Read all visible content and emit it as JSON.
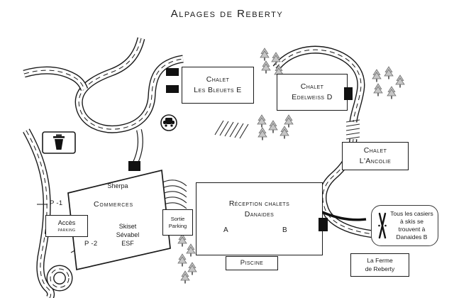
{
  "title": "Alpages de Reberty",
  "chalets": {
    "bleuets": {
      "line1": "Chalet",
      "line2": "Les Bleuets E"
    },
    "edelweiss": {
      "line1": "Chalet",
      "line2": "Edelweiss D"
    },
    "ancolie": {
      "line1": "Chalet",
      "line2": "L'Ancolie"
    }
  },
  "reception": {
    "line1": "Réception chalets",
    "line2": "Danaides",
    "wing_a": "A",
    "wing_b": "B"
  },
  "piscine": {
    "label": "Piscine"
  },
  "ferme": {
    "line1": "La Ferme",
    "line2": "de Reberty"
  },
  "parking": {
    "acces_line1": "Accès",
    "acces_line2": "parking",
    "sortie_line1": "Sortie",
    "sortie_line2": "Parking",
    "level1": "P -1",
    "level2": "P -2"
  },
  "commerces": {
    "sherpa": "Sherpa",
    "title": "Commerces",
    "skiset": "Skiset",
    "sevabel": "Sévabel",
    "esf": "ESF"
  },
  "callout": {
    "text": "Tous les casiers à skis se trouvent à Danaides B"
  },
  "icons": {
    "trash": "trash-icon",
    "car": "car-icon",
    "skis": "crossed-skis-icon",
    "tree": "pine-tree-icon",
    "arrow": "pointer-arrow"
  },
  "colors": {
    "line": "#1a1a1a",
    "tree_fill": "#c6c6c6",
    "tree_stroke": "#6f6f6f"
  }
}
